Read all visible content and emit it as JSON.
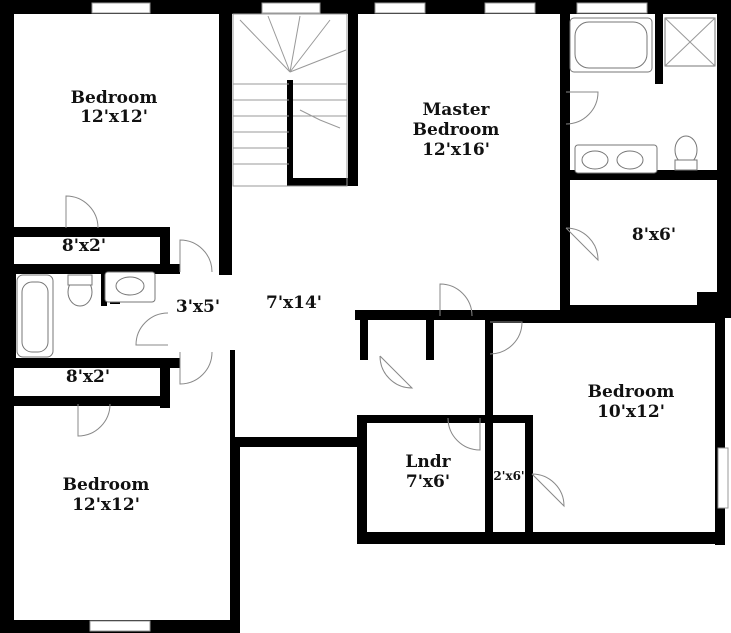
{
  "rooms": {
    "bedroom_nw": {
      "name": "Bedroom",
      "size": "12'x12'"
    },
    "closet_nw": {
      "size": "8'x2'"
    },
    "bath_w": {
      "size": "3'x5'"
    },
    "closet_sw": {
      "size": "8'x2'"
    },
    "bedroom_sw": {
      "name": "Bedroom",
      "size": "12'x12'"
    },
    "hall": {
      "size": "7'x14'"
    },
    "master": {
      "name_line1": "Master",
      "name_line2": "Bedroom",
      "size": "12'x16'"
    },
    "master_closet": {
      "size": "8'x6'"
    },
    "laundry": {
      "name": "Lndr",
      "size": "7'x6'"
    },
    "bedroom_se": {
      "name": "Bedroom",
      "size": "10'x12'"
    },
    "closet_se": {
      "size": "2'x6'"
    }
  },
  "colors": {
    "wall": "#000000",
    "fixture": "#777777",
    "door_arc": "#888888"
  }
}
